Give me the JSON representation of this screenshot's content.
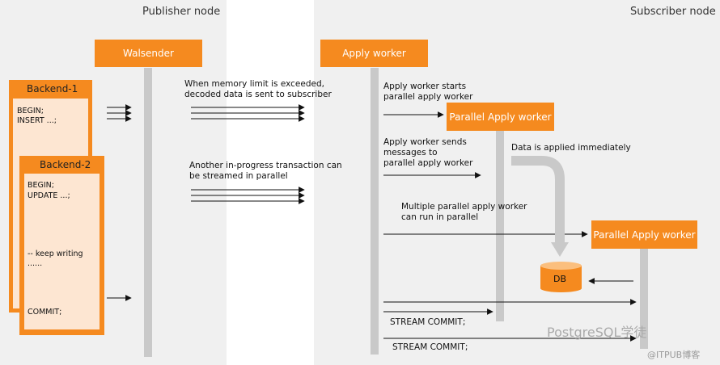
{
  "publisher": {
    "title": "Publisher node"
  },
  "subscriber": {
    "title": "Subscriber node"
  },
  "walsender": "Walsender",
  "apply_worker": "Apply worker",
  "parallel_apply_worker_1": "Parallel Apply worker",
  "parallel_apply_worker_2": "Parallel Apply worker",
  "backend1": {
    "title": "Backend-1",
    "lines": [
      "BEGIN;",
      "INSERT ...;"
    ]
  },
  "backend2": {
    "title": "Backend-2",
    "lines": [
      "BEGIN;",
      "UPDATE ...;"
    ],
    "keep_writing": "-- keep writing",
    "dots": "......",
    "commit": "COMMIT;"
  },
  "notes": {
    "memory_limit": "When memory limit is exceeded,\ndecoded data is sent to subscriber",
    "in_progress": "Another in-progress transaction can\nbe streamed in parallel",
    "starts": "Apply worker starts\nparallel apply worker",
    "sends": "Apply worker sends\nmessages to\nparallel apply worker",
    "applied": "Data is applied immediately",
    "multiple": "Multiple parallel apply worker\ncan run in parallel",
    "stream_commit_1": "STREAM COMMIT;",
    "stream_commit_2": "STREAM COMMIT;"
  },
  "db": "DB",
  "watermark": {
    "main": "PostgreSQL学徒",
    "small": "@ITPUB博客"
  },
  "colors": {
    "accent": "#f58a1f",
    "panel": "#f0f0f0",
    "lifeline": "#c9c9c9"
  }
}
